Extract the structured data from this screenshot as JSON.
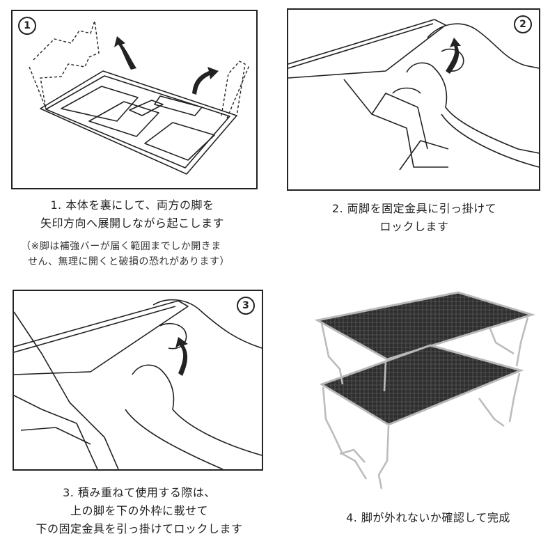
{
  "steps": [
    {
      "number": "1",
      "lines": [
        "1. 本体を裏にして、両方の脚を",
        "矢印方向へ展開しながら起こします"
      ]
    },
    {
      "number": "2",
      "lines": [
        "2. 両脚を固定金具に引っ掛けて",
        "ロックします"
      ]
    },
    {
      "number": "3",
      "lines": [
        "3. 積み重ねて使用する際は、",
        "上の脚を下の外枠に載せて",
        "下の固定金具を引っ掛けてロックします"
      ]
    },
    {
      "number": "4",
      "lines": [
        "4. 脚が外れないか確認して完成"
      ]
    }
  ],
  "note": {
    "lines": [
      "（※脚は補強バーが届く範囲までしか開きま",
      "せん、無理に開くと破損の恐れがあります）"
    ]
  },
  "colors": {
    "line": "#222222",
    "mesh": "#3a3a3a",
    "frame": "#b8b8b8"
  }
}
